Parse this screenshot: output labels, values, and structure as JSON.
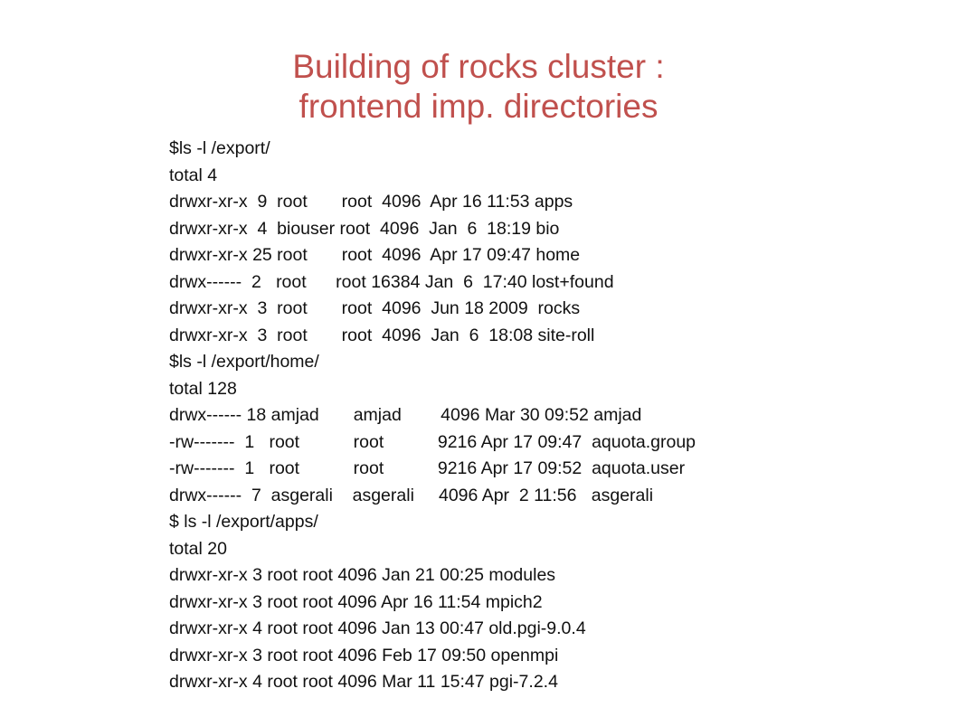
{
  "colors": {
    "title": "#c0504d",
    "text": "#111111",
    "background": "#ffffff"
  },
  "slide": {
    "title_line1": "Building of rocks cluster :",
    "title_line2": "frontend imp. directories",
    "lines": [
      "$ls -l /export/",
      "total 4",
      "drwxr-xr-x  9  root       root  4096  Apr 16 11:53 apps",
      "drwxr-xr-x  4  biouser root  4096  Jan  6  18:19 bio",
      "drwxr-xr-x 25 root       root  4096  Apr 17 09:47 home",
      "drwx------  2   root      root 16384 Jan  6  17:40 lost+found",
      "drwxr-xr-x  3  root       root  4096  Jun 18 2009  rocks",
      "drwxr-xr-x  3  root       root  4096  Jan  6  18:08 site-roll",
      "$ls -l /export/home/",
      "total 128",
      "drwx------ 18 amjad       amjad        4096 Mar 30 09:52 amjad",
      "-rw-------  1   root           root           9216 Apr 17 09:47  aquota.group",
      "-rw-------  1   root           root           9216 Apr 17 09:52  aquota.user",
      "drwx------  7  asgerali    asgerali     4096 Apr  2 11:56   asgerali",
      "$ ls -l /export/apps/",
      "total 20",
      "drwxr-xr-x 3 root root 4096 Jan 21 00:25 modules",
      "drwxr-xr-x 3 root root 4096 Apr 16 11:54 mpich2",
      "drwxr-xr-x 4 root root 4096 Jan 13 00:47 old.pgi-9.0.4",
      "drwxr-xr-x 3 root root 4096 Feb 17 09:50 openmpi",
      "drwxr-xr-x 4 root root 4096 Mar 11 15:47 pgi-7.2.4"
    ]
  }
}
